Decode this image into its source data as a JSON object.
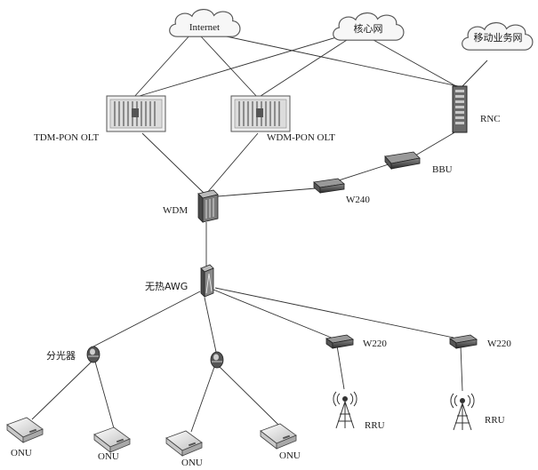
{
  "nodes": {
    "internet": "Internet",
    "core_network": "核心网",
    "mobile_network": "移动业务网",
    "tdm_olt": "TDM-PON OLT",
    "wdm_olt": "WDM-PON OLT",
    "rnc": "RNC",
    "bbu": "BBU",
    "w240": "W240",
    "wdm": "WDM",
    "awg": "无热AWG",
    "splitter": "分光器",
    "w220_a": "W220",
    "w220_b": "W220",
    "rru_a": "RRU",
    "rru_b": "RRU",
    "onu_1": "ONU",
    "onu_2": "ONU",
    "onu_3": "ONU",
    "onu_4": "ONU"
  },
  "icons": {
    "cloud": "cloud-icon",
    "olt": "olt-chassis-icon",
    "rnc": "server-rack-icon",
    "router": "router-icon",
    "wdm": "wdm-device-icon",
    "awg": "awg-device-icon",
    "splitter": "splitter-icon",
    "tower": "antenna-tower-icon",
    "onu": "onu-device-icon"
  }
}
